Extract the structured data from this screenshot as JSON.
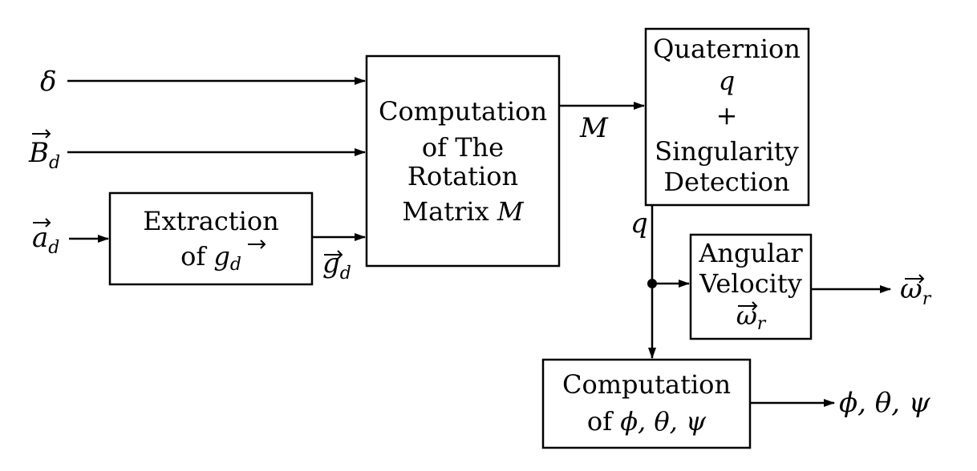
{
  "blocks": {
    "extraction": {
      "line1": "Extraction",
      "line2_prefix": "of ",
      "line2_var": "g",
      "line2_sub": "d"
    },
    "rotation": {
      "line1": "Computation",
      "line2": "of The",
      "line3": "Rotation",
      "line4_prefix": "Matrix ",
      "line4_var": "M"
    },
    "quaternion": {
      "line1": "Quaternion",
      "line2": "q",
      "line3": "+",
      "line4": "Singularity",
      "line5": "Detection"
    },
    "angular": {
      "line1": "Angular",
      "line2": "Velocity",
      "line3_var": "ω",
      "line3_sub": "r"
    },
    "euler": {
      "line1": "Computation",
      "line2_prefix": "of ",
      "line2_vars": "ϕ, θ, ψ"
    }
  },
  "signals": {
    "delta": "δ",
    "B": {
      "var": "B",
      "sub": "d"
    },
    "a": {
      "var": "a",
      "sub": "d"
    },
    "g_out": {
      "var": "g",
      "sub": "d"
    },
    "M_label": "M",
    "q_label": "q",
    "omega_out": {
      "var": "ω",
      "sub": "r"
    },
    "euler_out": "ϕ, θ, ψ"
  }
}
